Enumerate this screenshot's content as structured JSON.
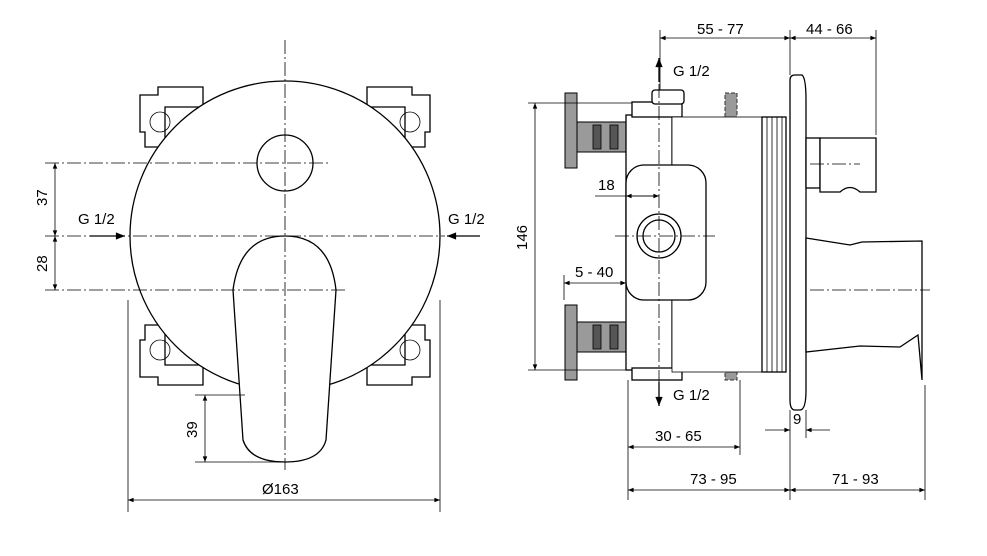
{
  "front_view": {
    "connection_left": "G 1/2",
    "connection_right": "G 1/2",
    "dim_upper_offset": "37",
    "dim_lower_offset": "28",
    "dim_lever_height": "39",
    "dim_diameter": "Ø163"
  },
  "side_view": {
    "connection_top": "G 1/2",
    "connection_bottom": "G 1/2",
    "dim_depth_top_left": "55 - 77",
    "dim_depth_top_right": "44 - 66",
    "dim_height": "146",
    "dim_center_offset": "18",
    "dim_wall_range": "5 - 40",
    "dim_plate_thickness": "9",
    "dim_install_range": "30 - 65",
    "dim_body_depth": "73 - 95",
    "dim_handle_depth": "71 - 93"
  }
}
